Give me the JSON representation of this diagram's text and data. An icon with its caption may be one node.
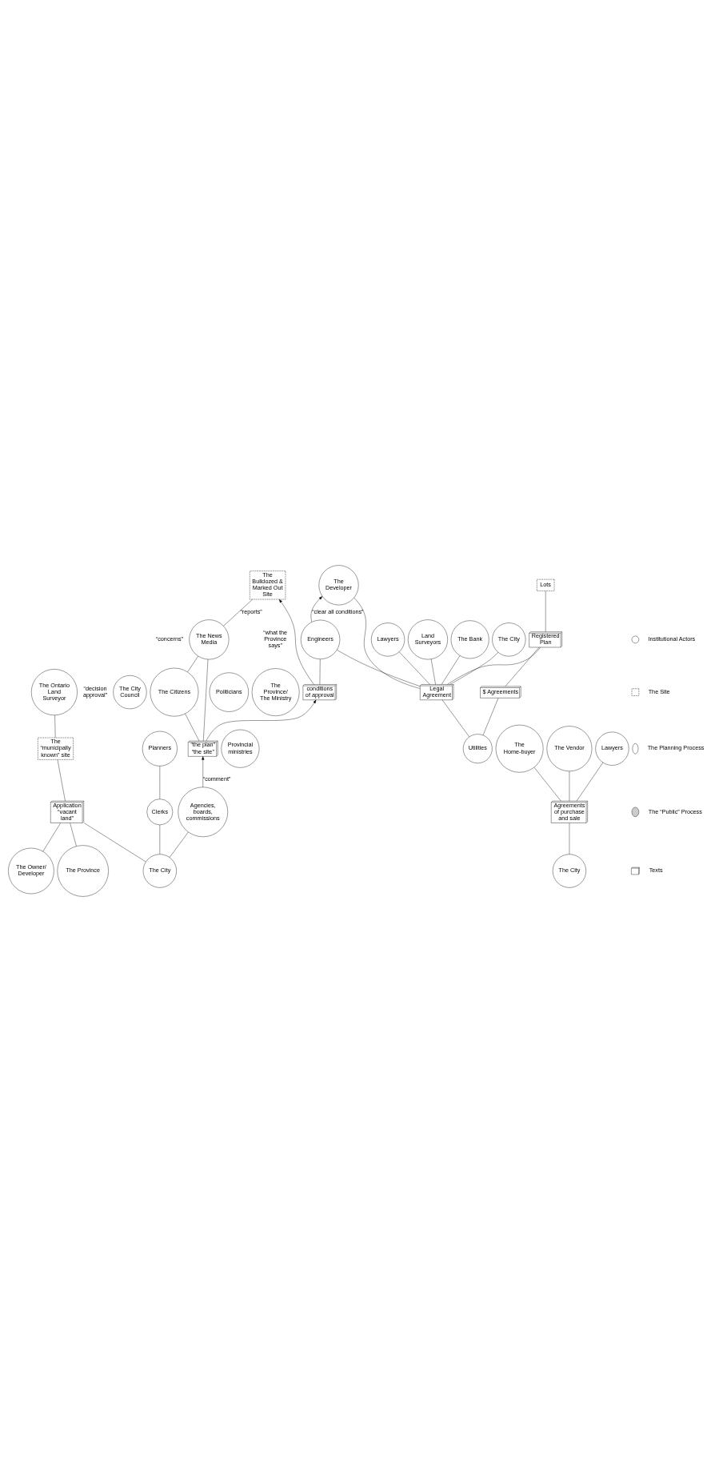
{
  "diagram": {
    "nodes": [
      {
        "text": [
          "The Owner/ Developer"
        ]
      },
      {
        "text": [
          "Application “vacant land”"
        ]
      },
      {
        "text": [
          "The “municipally known” site"
        ]
      },
      {
        "text": [
          "The Ontario Land Surveyor"
        ]
      },
      {
        "text": [
          "The Province"
        ]
      },
      {
        "text": [
          "The City"
        ]
      },
      {
        "text": [
          "Clerks"
        ]
      },
      {
        "text": [
          "Planners"
        ]
      },
      {
        "text": [
          "Agencies, boards, commissions"
        ]
      },
      {
        "text": [
          "Provincial ministries"
        ]
      },
      {
        "text": [
          "“the plan”",
          "“the site”"
        ]
      },
      {
        "text": [
          "The City Council"
        ]
      },
      {
        "text": [
          "The Citizens"
        ]
      },
      {
        "text": [
          "The News Media"
        ]
      },
      {
        "text": [
          "Politicians"
        ]
      },
      {
        "text": [
          "The Province/ The Ministry"
        ]
      },
      {
        "text": [
          "conditions of approval"
        ]
      },
      {
        "text": [
          "The Bulldozed & Marked Out Site"
        ]
      },
      {
        "text": [
          "Engineers"
        ]
      },
      {
        "text": [
          "Legal Agreement"
        ]
      },
      {
        "text": [
          "Lawyers"
        ]
      },
      {
        "text": [
          "Land Surveyors"
        ]
      },
      {
        "text": [
          "The Bank"
        ]
      },
      {
        "text": [
          "The City"
        ]
      },
      {
        "text": [
          "The Developer"
        ]
      },
      {
        "text": [
          "Utilities"
        ]
      },
      {
        "text": [
          "$ Agreements"
        ]
      },
      {
        "text": [
          "Registered Plan"
        ]
      },
      {
        "text": [
          "Lots"
        ]
      },
      {
        "text": [
          "The City"
        ]
      },
      {
        "text": [
          "Agreements of purchase and sale"
        ]
      },
      {
        "text": [
          "The Home-buyer"
        ]
      },
      {
        "text": [
          "The Vendor"
        ]
      },
      {
        "text": [
          "Lawyers"
        ]
      }
    ],
    "edges": [
      {
        "from": 0,
        "to": 1,
        "arrow": "none"
      },
      {
        "from": 4,
        "to": 1,
        "arrow": "none"
      },
      {
        "from": 5,
        "to": 1,
        "arrow": "none"
      },
      {
        "from": 1,
        "to": 2,
        "arrow": "none"
      },
      {
        "from": 2,
        "to": 3,
        "arrow": "none"
      },
      {
        "from": 5,
        "to": 6,
        "arrow": "none"
      },
      {
        "from": 6,
        "to": 7,
        "arrow": "none"
      },
      {
        "from": 5,
        "to": 8,
        "arrow": "none"
      },
      {
        "from": 8,
        "to": 10,
        "label": "“comment”",
        "arrow": "to"
      },
      {
        "from": 10,
        "to": 12,
        "arrow": "none"
      },
      {
        "from": 12,
        "to": 13,
        "arrow": "none"
      },
      {
        "from": 10,
        "to": 13,
        "arrow": "none"
      },
      {
        "from": 13,
        "to": 17,
        "label": "“reports”",
        "arrow": "none"
      },
      {
        "from": 10,
        "to": 16,
        "arrow": "to"
      },
      {
        "from": 16,
        "to": 17,
        "arrow": "to"
      },
      {
        "from": 16,
        "to": 18,
        "arrow": "none"
      },
      {
        "from": 18,
        "to": 24,
        "label": "“clear all conditions”",
        "arrow": "to"
      },
      {
        "from": 19,
        "to": 18,
        "arrow": "none"
      },
      {
        "from": 19,
        "to": 20,
        "arrow": "none"
      },
      {
        "from": 19,
        "to": 21,
        "arrow": "none"
      },
      {
        "from": 19,
        "to": 22,
        "arrow": "none"
      },
      {
        "from": 19,
        "to": 23,
        "arrow": "none"
      },
      {
        "from": 19,
        "to": 24,
        "arrow": "none"
      },
      {
        "from": 25,
        "to": 19,
        "arrow": "none"
      },
      {
        "from": 25,
        "to": 26,
        "arrow": "none"
      },
      {
        "from": 19,
        "to": 27,
        "arrow": "none"
      },
      {
        "from": 26,
        "to": 27,
        "arrow": "none"
      },
      {
        "from": 27,
        "to": 28,
        "arrow": "none"
      },
      {
        "from": 29,
        "to": 30,
        "arrow": "none"
      },
      {
        "from": 30,
        "to": 31,
        "arrow": "none"
      },
      {
        "from": 30,
        "to": 32,
        "arrow": "none"
      },
      {
        "from": 30,
        "to": 33,
        "arrow": "none"
      }
    ],
    "labels": [
      "“decision approval”",
      "“concerns”",
      "“what the Province says”"
    ],
    "legend": [
      {
        "text": "Institutional Actors"
      },
      {
        "text": "The Site"
      },
      {
        "text": "The Planning Process"
      },
      {
        "text": "The “Public” Process"
      },
      {
        "text": "Texts"
      }
    ]
  }
}
